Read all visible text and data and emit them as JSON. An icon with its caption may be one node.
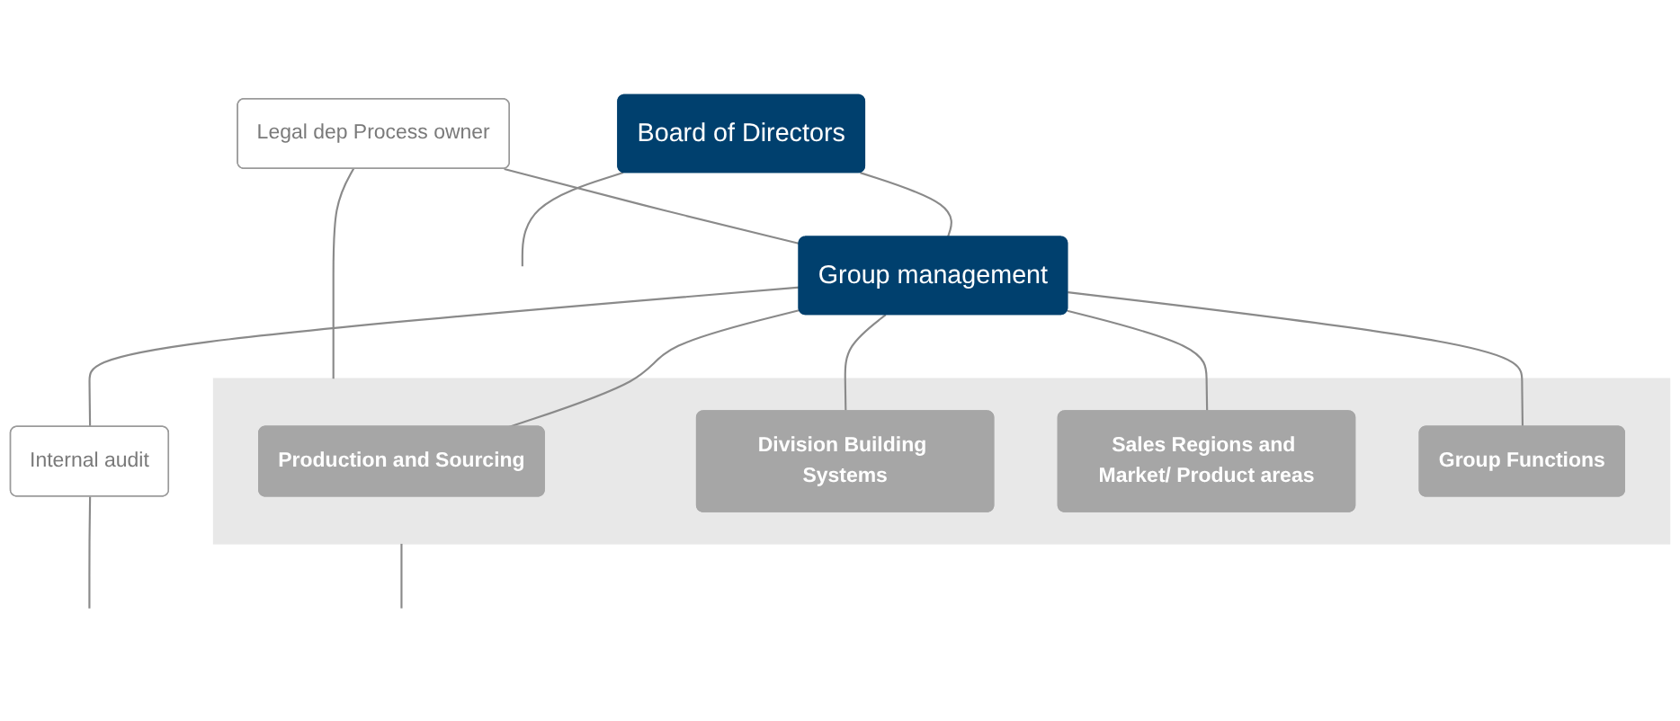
{
  "diagram": {
    "nodes": [
      {
        "text": [
          "Board of Directors"
        ]
      },
      {
        "text": [
          "Group management"
        ]
      },
      {
        "text": [
          "Legal dep Process owner"
        ]
      },
      {
        "text": [
          "Internal audit"
        ]
      },
      {
        "text": [],
        "shape": "box"
      },
      {
        "text": [
          "Production and Sourcing"
        ],
        "in": 4
      },
      {
        "text": [
          "Division Building Systems"
        ],
        "in": 4
      },
      {
        "text": [
          "Sales Regions and Market/ Product areas"
        ],
        "in": 4
      },
      {
        "text": [
          "Group Functions"
        ],
        "in": 4
      }
    ],
    "edges": [
      {
        "from": 0,
        "to": 1,
        "arrow": "none"
      },
      {
        "from": 2,
        "to": 1,
        "arrow": "none"
      },
      {
        "from": 1,
        "to": 3,
        "arrow": "none"
      },
      {
        "from": 1,
        "to": 5,
        "arrow": "none"
      },
      {
        "from": 1,
        "to": 6,
        "arrow": "none"
      },
      {
        "from": 1,
        "to": 7,
        "arrow": "none"
      },
      {
        "from": 1,
        "to": 8,
        "arrow": "none"
      },
      {
        "from": 0,
        "to": null,
        "arrow": "none"
      },
      {
        "from": 3,
        "to": null,
        "arrow": "none"
      },
      {
        "from": 2,
        "to": 4,
        "arrow": "none"
      },
      {
        "from": 4,
        "to": null,
        "arrow": "none"
      }
    ]
  }
}
